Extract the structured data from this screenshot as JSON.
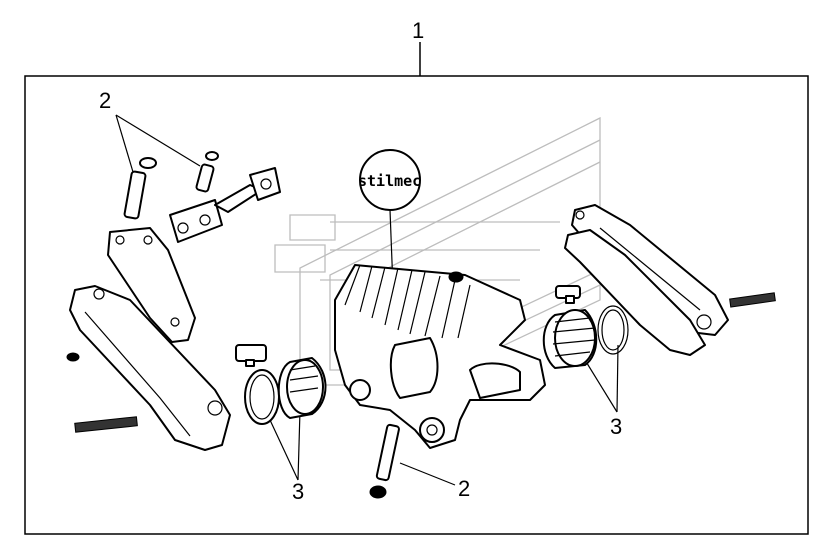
{
  "diagram": {
    "callouts": [
      {
        "id": "assembly",
        "label": "1"
      },
      {
        "id": "pin-top-left",
        "label": "2"
      },
      {
        "id": "pin-bottom",
        "label": "2"
      },
      {
        "id": "seal-kit-left",
        "label": "3"
      },
      {
        "id": "seal-kit-right",
        "label": "3"
      }
    ],
    "brand_label": "stilmec"
  }
}
